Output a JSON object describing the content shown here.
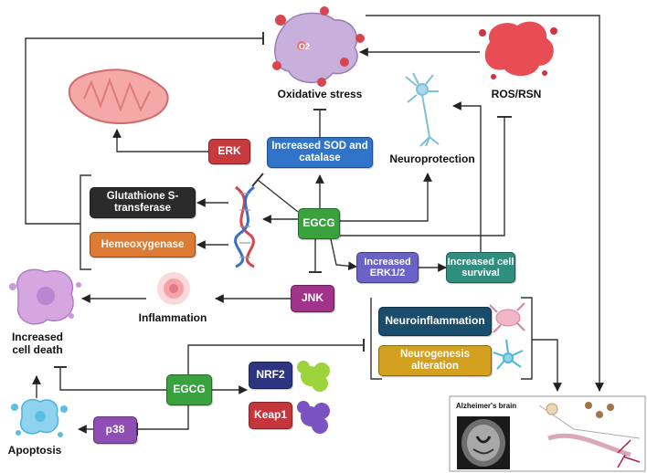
{
  "labels": {
    "oxidative_stress": "Oxidative stress",
    "ros_rsn": "ROS/RSN",
    "neuroprotection": "Neuroprotection",
    "inflammation": "Inflammation",
    "increased_cell_death": "Increased cell death",
    "apoptosis": "Apoptosis",
    "alzheimers_brain": "Alzheimer's brain",
    "o2_symbol": "O2"
  },
  "boxes": {
    "erk": "ERK",
    "increased_sod": "Increased SOD and catalase",
    "glutathione": "Glutathione S-transferase",
    "hemeoxygenase": "Hemeoxygenase",
    "egcg_top": "EGCG",
    "increased_erk12": "Increased ERK1/2",
    "increased_cell_survival": "Increased cell survival",
    "jnk": "JNK",
    "neuroinflammation": "Neuroinflammation",
    "neurogenesis_alteration": "Neurogenesis alteration",
    "egcg_bottom": "EGCG",
    "nrf2": "NRF2",
    "keap1": "Keap1",
    "p38": "p38"
  },
  "colors": {
    "egcg": "#3aa13f",
    "erk": "#c93a3f",
    "sod": "#2f74c9",
    "glutathione": "#2b2b2b",
    "hemeoxygenase": "#dd7a34",
    "erk12": "#6a62c7",
    "cell_survival": "#2f8f7f",
    "jnk": "#a2338b",
    "neuroinflammation": "#1a4d6b",
    "neurogenesis": "#d3a01f",
    "nrf2": "#2d3580",
    "keap1": "#c5363c",
    "p38": "#8e4eb4"
  },
  "icons": [
    "superoxide-cell-icon",
    "ros-cloud-icon",
    "mitochondrion-icon",
    "neuron-icon",
    "dna-icon",
    "inflammation-cell-icon",
    "dying-cell-icon",
    "apoptotic-cell-icon",
    "nrf2-protein-icon",
    "keap1-protein-icon",
    "microglia-icon",
    "astrocyte-icon",
    "brain-mri-icon",
    "neuron-pathology-icon"
  ]
}
